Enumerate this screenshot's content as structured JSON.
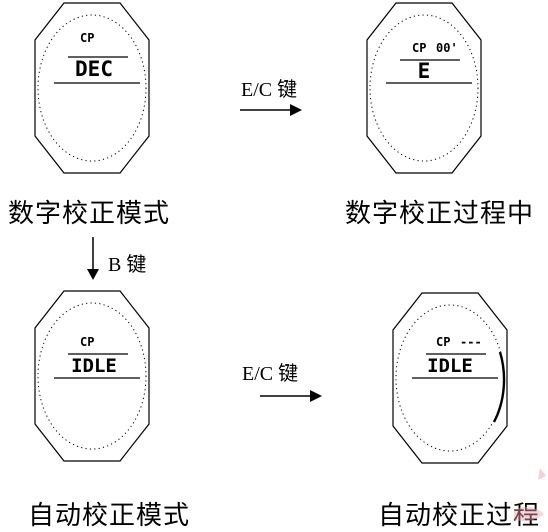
{
  "watches": [
    {
      "top": "CP",
      "top_right": "",
      "main": "DEC"
    },
    {
      "top": "CP",
      "top_right": "00'",
      "main": "E"
    },
    {
      "top": "CP",
      "top_right": "",
      "main": "IDLE"
    },
    {
      "top": "CP",
      "top_right": "---",
      "main": "IDLE"
    }
  ],
  "captions": {
    "digital_mode": "数字校正模式",
    "digital_progress": "数字校正过程中",
    "auto_mode": "自动校正模式",
    "auto_progress": "自动校正过程"
  },
  "keys": {
    "ec_top": "E/C 键",
    "b_key": "B 键",
    "ec_bottom": "E/C 键"
  }
}
